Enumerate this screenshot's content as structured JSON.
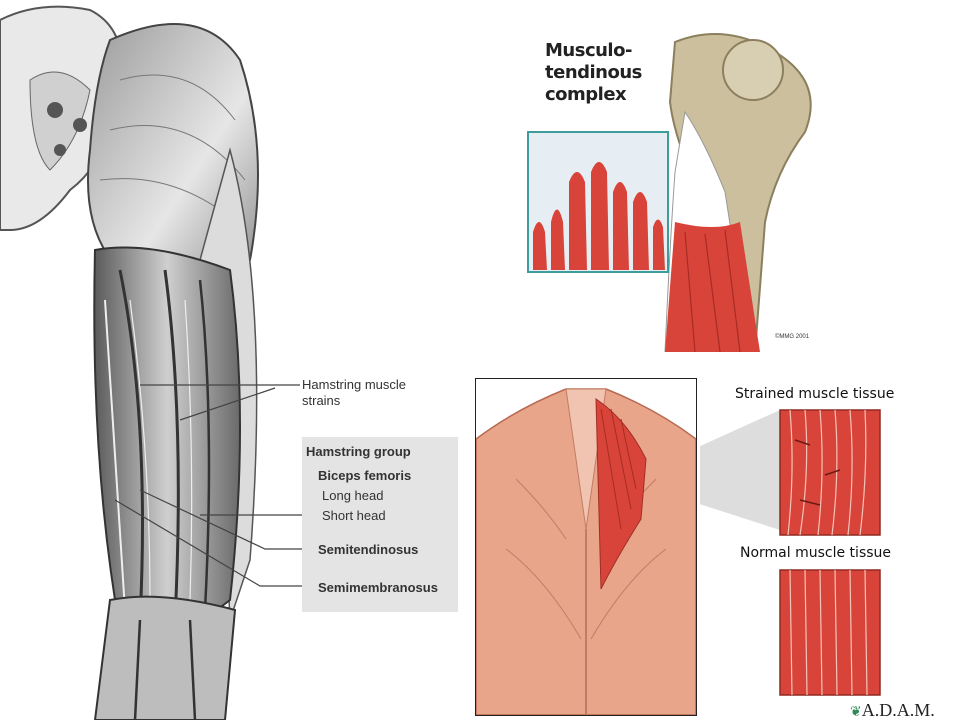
{
  "hamstring": {
    "strain_label_line1": "Hamstring muscle",
    "strain_label_line2": "strains",
    "group_title": "Hamstring group",
    "biceps": "Biceps femoris",
    "long_head": "Long head",
    "short_head": "Short head",
    "semitendinosus": "Semitendinosus",
    "semimembranosus": "Semimembranosus"
  },
  "tendon": {
    "title_line1": "Musculo-",
    "title_line2": "tendinous",
    "title_line3": "complex",
    "credit": "©MMG 2001"
  },
  "tissue": {
    "strained_title": "Strained muscle tissue",
    "normal_title": "Normal muscle tissue"
  },
  "logo": {
    "text": "A.D.A.M.",
    "icon": "leaf-icon"
  },
  "colors": {
    "muscle_red": "#d9443a",
    "label_box": "#e4e4e4",
    "bone": "#cbbf9d"
  }
}
